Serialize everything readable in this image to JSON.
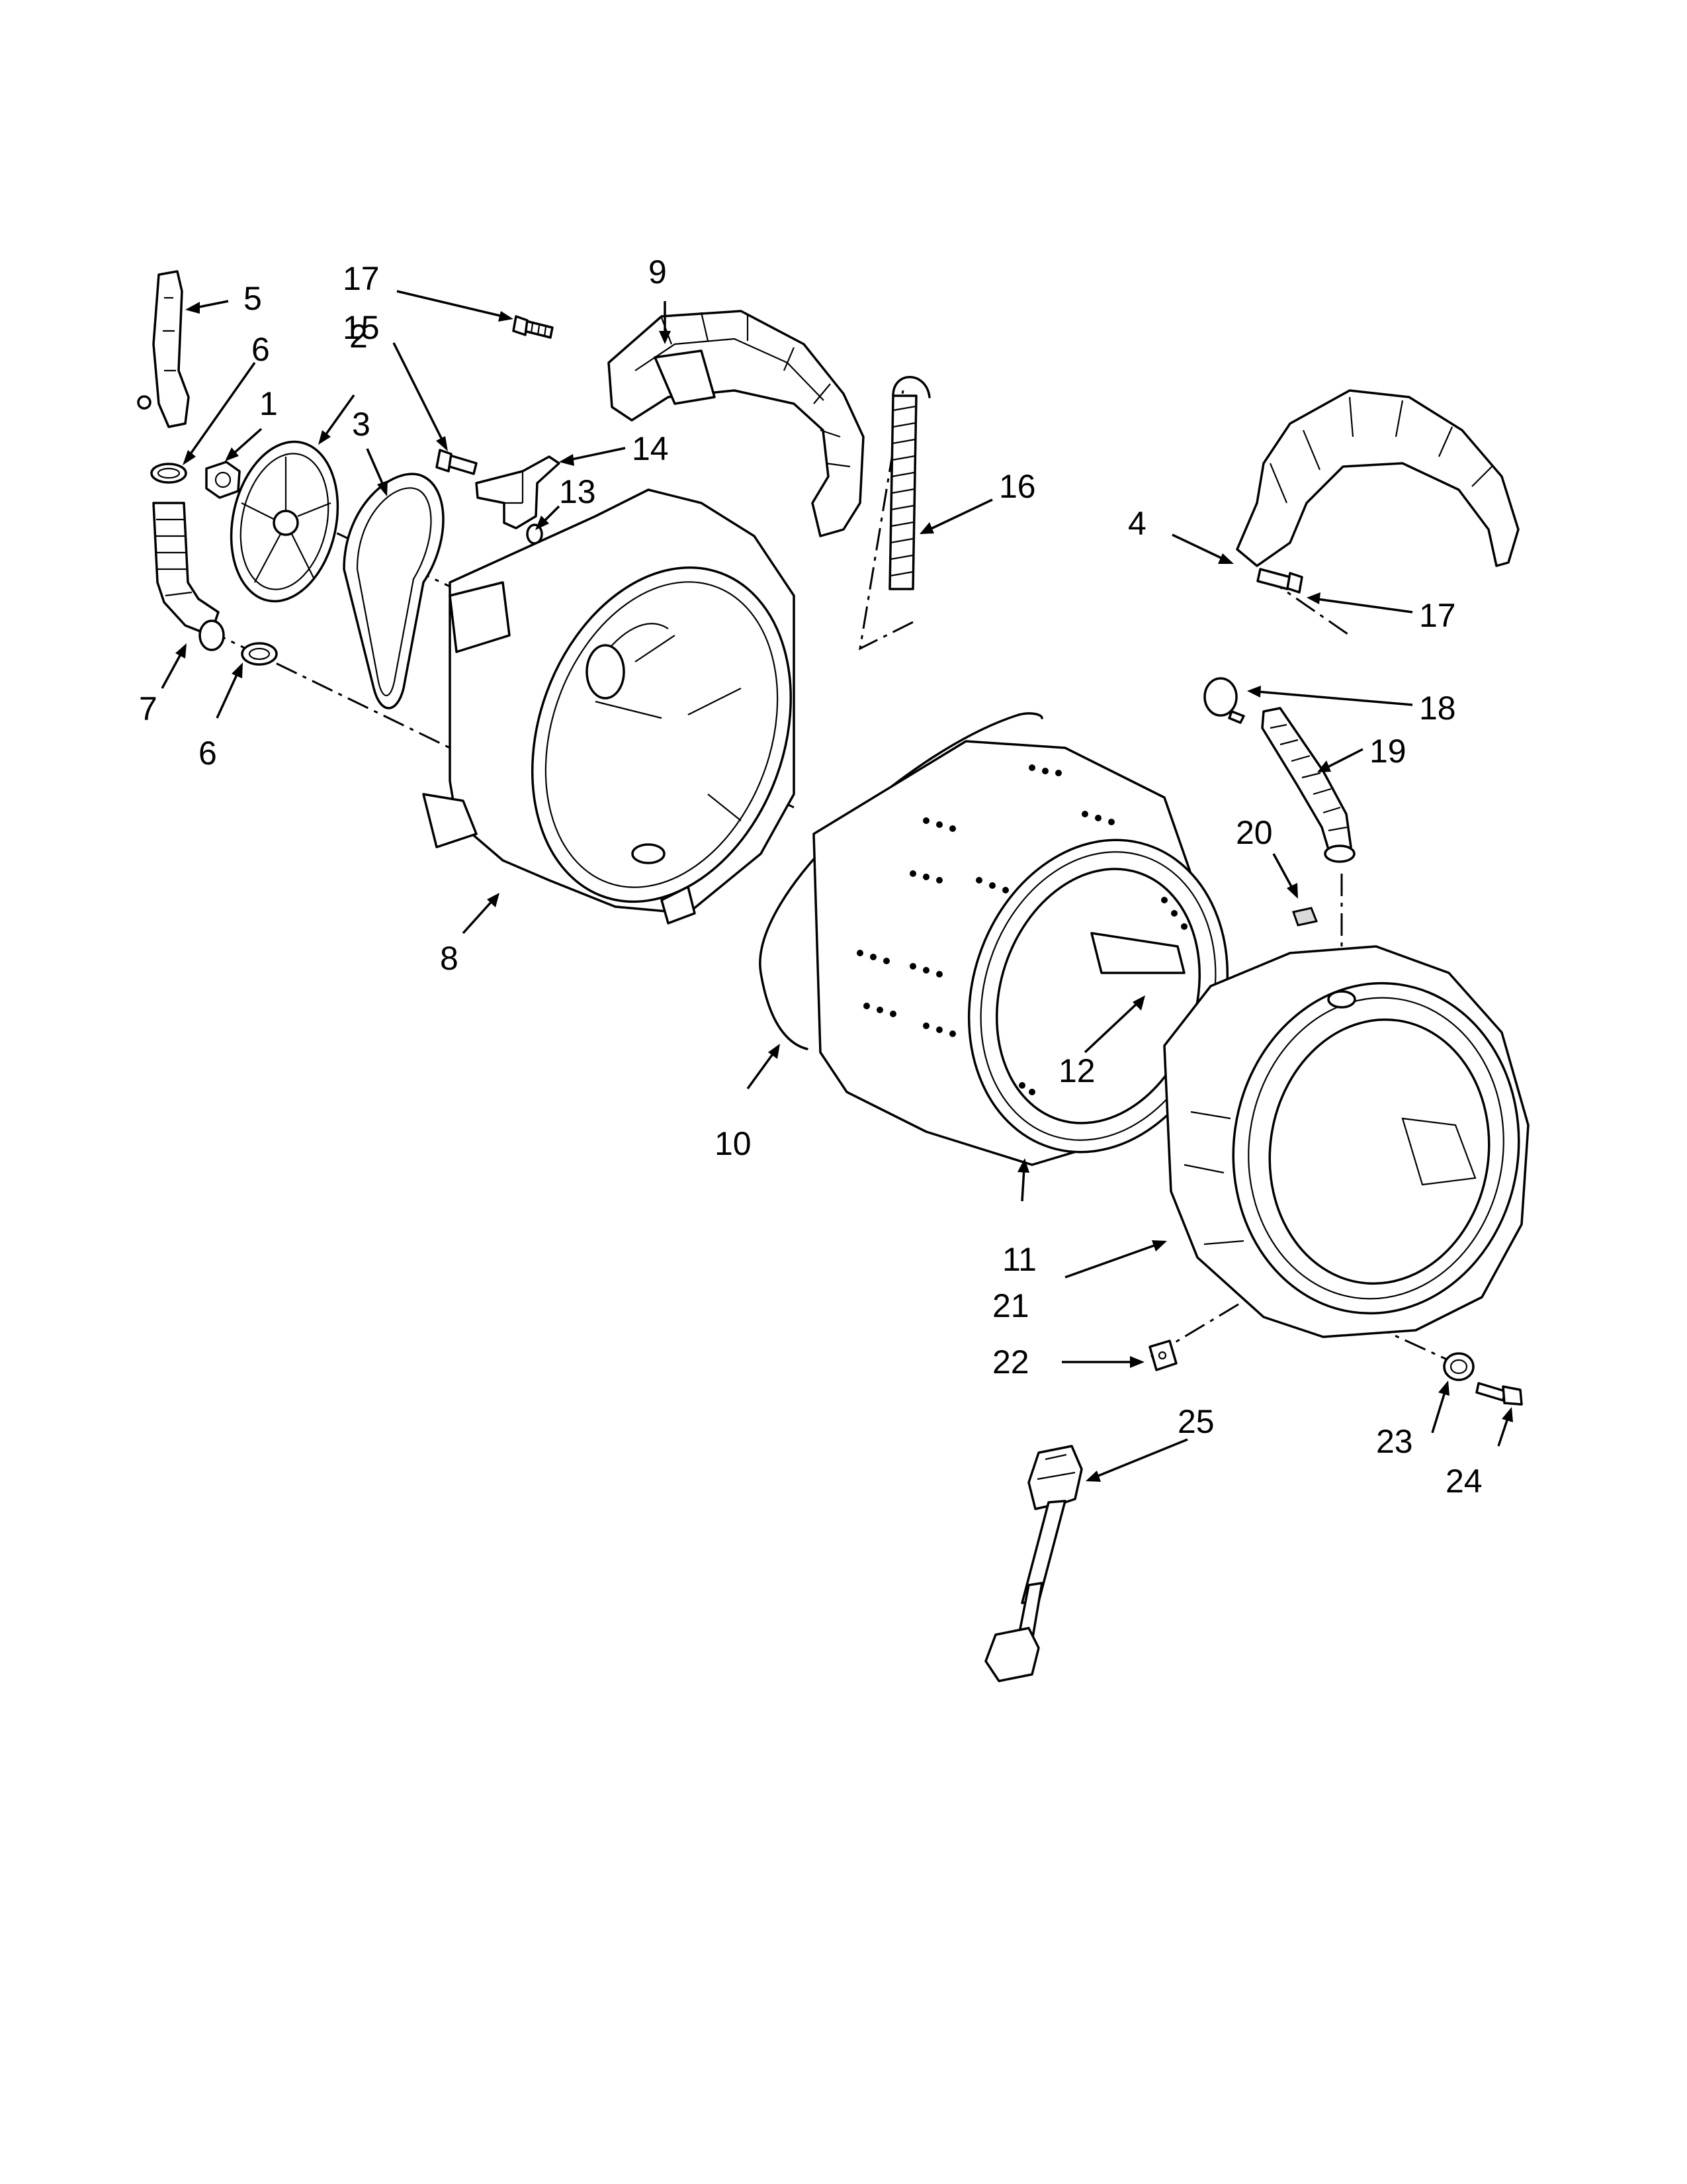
{
  "callouts": [
    {
      "id": "c5",
      "text": "5"
    },
    {
      "id": "c6a",
      "text": "6"
    },
    {
      "id": "c1",
      "text": "1"
    },
    {
      "id": "c2",
      "text": "2"
    },
    {
      "id": "c3",
      "text": "3"
    },
    {
      "id": "c17a",
      "text": "17"
    },
    {
      "id": "c15",
      "text": "15"
    },
    {
      "id": "c9",
      "text": "9"
    },
    {
      "id": "c14",
      "text": "14"
    },
    {
      "id": "c13",
      "text": "13"
    },
    {
      "id": "c16",
      "text": "16"
    },
    {
      "id": "c4",
      "text": "4"
    },
    {
      "id": "c17b",
      "text": "17"
    },
    {
      "id": "c18",
      "text": "18"
    },
    {
      "id": "c19",
      "text": "19"
    },
    {
      "id": "c7",
      "text": "7"
    },
    {
      "id": "c6b",
      "text": "6"
    },
    {
      "id": "c20",
      "text": "20"
    },
    {
      "id": "c8",
      "text": "8"
    },
    {
      "id": "c10",
      "text": "10"
    },
    {
      "id": "c12",
      "text": "12"
    },
    {
      "id": "c11",
      "text": "11"
    },
    {
      "id": "c21",
      "text": "21"
    },
    {
      "id": "c22",
      "text": "22"
    },
    {
      "id": "c23",
      "text": "23"
    },
    {
      "id": "c24",
      "text": "24"
    },
    {
      "id": "c25",
      "text": "25"
    }
  ]
}
